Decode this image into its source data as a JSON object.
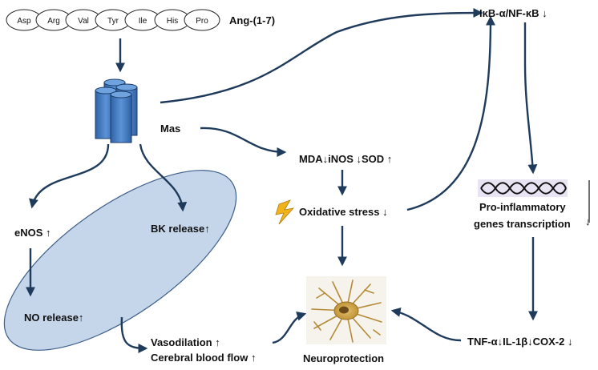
{
  "peptide": {
    "residues": [
      "Asp",
      "Arg",
      "Val",
      "Tyr",
      "Ile",
      "His",
      "Pro"
    ],
    "name": "Ang-(1-7)"
  },
  "receptor": {
    "label": "Mas"
  },
  "nodes": {
    "ikb": "IκB-α/NF-κB ↓",
    "mda": "MDA↓iNOS ↓SOD ↑",
    "oxidative": "Oxidative stress ↓",
    "enos": "eNOS  ↑",
    "bk": "BK release↑",
    "no": "NO release↑",
    "proinf_1": "Pro-inflammatory",
    "proinf_2": "genes transcription",
    "proinf_arrow": "↓",
    "vaso_1": "Vasodilation ↑",
    "vaso_2": "Cerebral blood flow  ↑",
    "neuro": "Neuroprotection",
    "tnf": "TNF-α↓IL-1β↓COX-2 ↓"
  },
  "colors": {
    "arrow": "#1f3b5c",
    "receptor": "#4a7fc1",
    "ellipse": "#c5d6ea",
    "bolt": "#f2b21c",
    "neuron": "#c9a24a"
  }
}
